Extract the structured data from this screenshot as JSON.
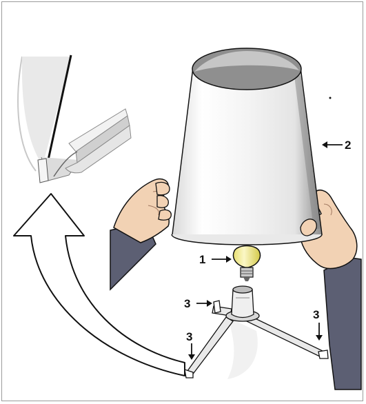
{
  "labels": {
    "bulb": "1",
    "shade": "2",
    "tab_center": "3",
    "tab_right": "3",
    "tab_left": "3"
  },
  "colors": {
    "frame_border": "#9a9a9a",
    "sleeve": "#5c5f73",
    "skin": "#f2d2b4",
    "bulb": "#f5ef9c",
    "outline": "#111111"
  }
}
